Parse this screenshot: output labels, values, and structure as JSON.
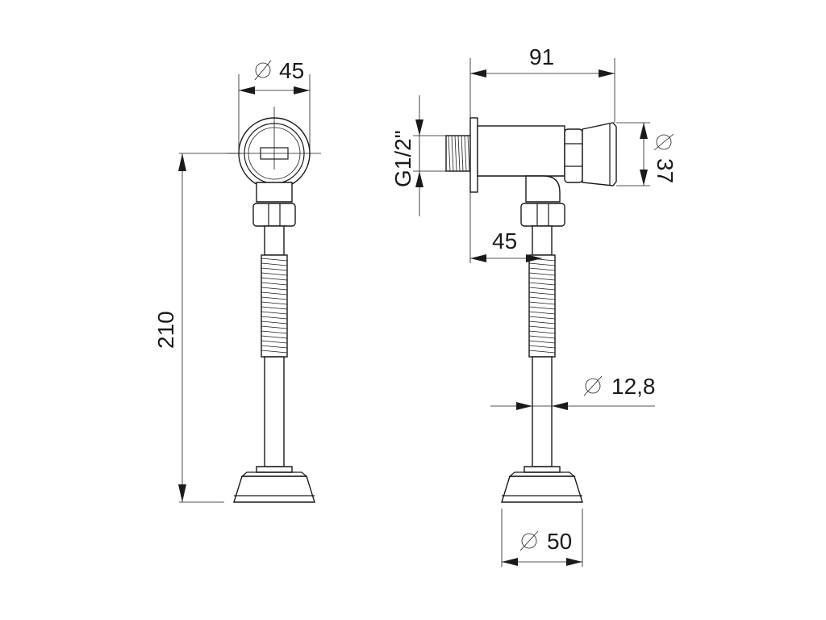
{
  "diagram": {
    "dimensions": {
      "front_diameter": "45",
      "front_height": "210",
      "side_length": "91",
      "side_thread": "G1/2\"",
      "side_button_diameter": "37",
      "side_offset": "45",
      "side_pipe_diameter": "12,8",
      "side_base_diameter": "50"
    },
    "symbols": {
      "diameter": "∅"
    }
  }
}
